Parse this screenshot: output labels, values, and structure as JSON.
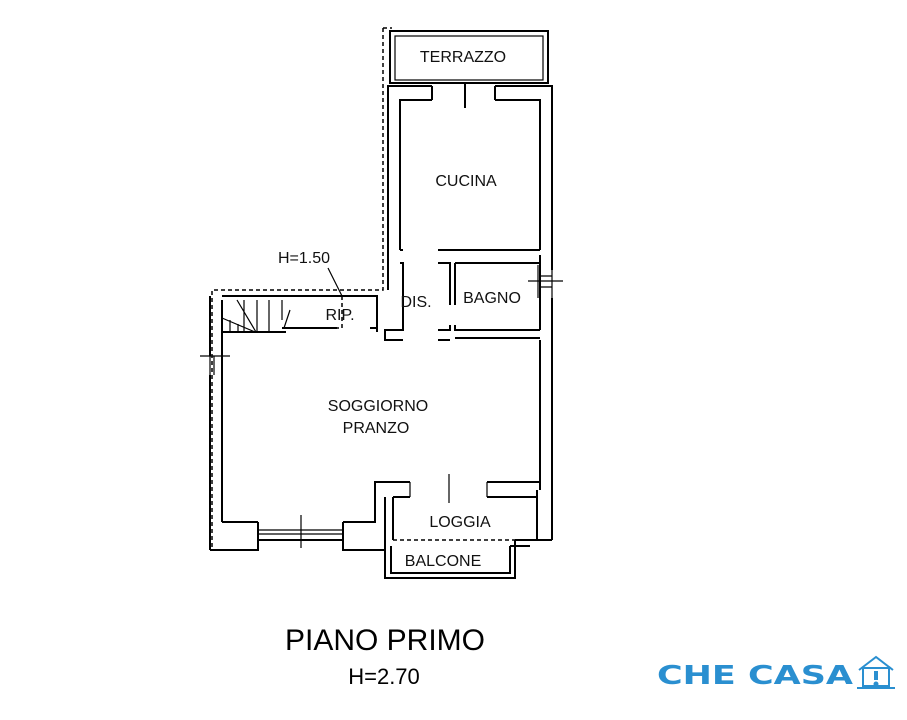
{
  "plan": {
    "rooms": {
      "terrazzo": "TERRAZZO",
      "cucina": "CUCINA",
      "dis": "DIS.",
      "bagno": "BAGNO",
      "rip": "RIP.",
      "soggiorno": "SOGGIORNO",
      "pranzo": "PRANZO",
      "loggia": "LOGGIA",
      "balcone": "BALCONE"
    },
    "rip_height": "H=1.50",
    "title": "PIANO PRIMO",
    "floor_height": "H=2.70"
  },
  "logo": {
    "text": "CHE CASA",
    "color": "#2a8fd0"
  }
}
